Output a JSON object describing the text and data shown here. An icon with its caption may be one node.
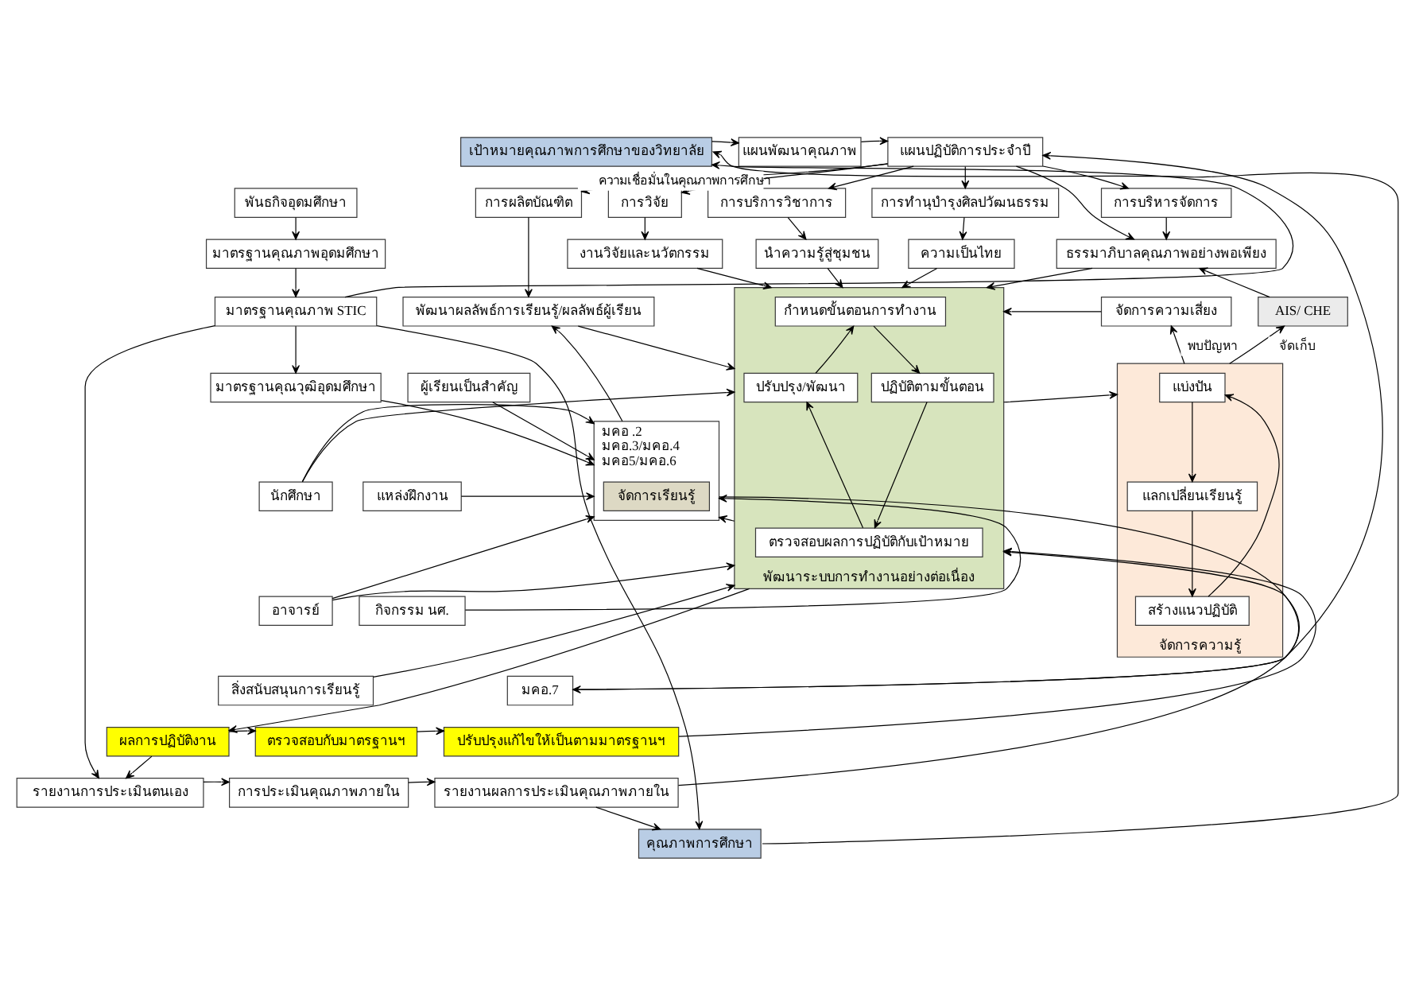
{
  "diagram": {
    "nodes": [
      {
        "text": [
          "เป้าหมายคุณภาพการศึกษาของวิทยาลัย"
        ]
      },
      {
        "text": [
          "แผนพัฒนาคุณภาพ"
        ]
      },
      {
        "text": [
          "แผนปฏิบัติการประจำปี"
        ]
      },
      {
        "text": [
          "พันธกิจอุดมศึกษา"
        ]
      },
      {
        "text": [
          "การผลิตบัณฑิต"
        ]
      },
      {
        "text": [
          "การวิจัย"
        ]
      },
      {
        "text": [
          "การบริการวิชาการ"
        ]
      },
      {
        "text": [
          "การทำนุบำรุงศิลปวัฒนธรรม"
        ]
      },
      {
        "text": [
          "การบริหารจัดการ"
        ]
      },
      {
        "text": [
          "มาตรฐานคุณภาพอุดมศึกษา"
        ]
      },
      {
        "text": [
          "งานวิจัยและนวัตกรรม"
        ]
      },
      {
        "text": [
          "นำความรู้สู่ชุมชน"
        ]
      },
      {
        "text": [
          "ความเป็นไทย"
        ]
      },
      {
        "text": [
          "ธรรมาภิบาลคุณภาพอย่างพอเพียง"
        ]
      },
      {
        "text": [
          "มาตรฐานคุณภาพ STIC"
        ]
      },
      {
        "text": [
          "พัฒนาผลลัพธ์การเรียนรู้/ผลลัพธ์ผู้เรียน"
        ]
      },
      {
        "text": [
          "AIS/ CHE"
        ]
      },
      {
        "text": [
          "พัฒนาระบบการทำงานอย่างต่อเนื่อง"
        ]
      },
      {
        "text": [
          "กำหนดขั้นตอนการทำงาน"
        ],
        "in": 17
      },
      {
        "text": [
          "ปรับปรุง/พัฒนา"
        ],
        "in": 17
      },
      {
        "text": [
          "ปฏิบัติตามขั้นตอน"
        ],
        "in": 17
      },
      {
        "text": [
          "ตรวจสอบผลการปฏิบัติกับเป้าหมาย"
        ],
        "in": 17
      },
      {
        "text": [
          "จัดการความเสี่ยง"
        ]
      },
      {
        "text": [
          "มาตรฐานคุณวุฒิอุดมศึกษา"
        ]
      },
      {
        "text": [
          "มคอ .2",
          "มคอ.3/มคอ.4",
          "มคอ5/มคอ.6"
        ]
      },
      {
        "text": [
          "จัดการเรียนรู้"
        ],
        "in": 24
      },
      {
        "text": [
          "ผู้เรียนเป็นสำคัญ"
        ]
      },
      {
        "text": [
          "แหล่งฝึกงาน"
        ]
      },
      {
        "text": [
          "กิจกรรม นศ."
        ]
      },
      {
        "text": [
          "จัดการความรู้"
        ]
      },
      {
        "text": [
          "แบ่งปัน"
        ],
        "in": 29
      },
      {
        "text": [
          "แลกเปลี่ยนเรียนรู้"
        ],
        "in": 29
      },
      {
        "text": [
          "สร้างแนวปฏิบัติ"
        ],
        "in": 29
      },
      {
        "text": [
          "นักศึกษา"
        ]
      },
      {
        "text": [
          "อาจารย์"
        ]
      },
      {
        "text": [
          "มคอ.7"
        ]
      },
      {
        "text": [
          "สิ่งสนับสนุนการเรียนรู้"
        ]
      },
      {
        "text": [
          "ผลการปฏิบัติงาน"
        ]
      },
      {
        "text": [
          "ตรวจสอบกับมาตรฐานฯ"
        ]
      },
      {
        "text": [
          "ปรับปรุงแก้ไขให้เป็นตามมาตรฐานฯ"
        ]
      },
      {
        "text": [
          "รายงานการประเมินตนเอง"
        ]
      },
      {
        "text": [
          "การประเมินคุณภาพภายใน"
        ]
      },
      {
        "text": [
          "รายงานผลการประเมินคุณภาพภายใน"
        ]
      },
      {
        "text": [
          "คุณภาพการศึกษา"
        ]
      }
    ],
    "edges": [
      {
        "from": 0,
        "to": 1,
        "arrow": "to"
      },
      {
        "from": 1,
        "to": 2,
        "arrow": "to"
      },
      {
        "from": 2,
        "to": 4,
        "arrow": "to"
      },
      {
        "from": 2,
        "to": 5,
        "arrow": "to"
      },
      {
        "from": 2,
        "to": 6,
        "arrow": "to"
      },
      {
        "from": 2,
        "to": 7,
        "arrow": "to"
      },
      {
        "from": 2,
        "to": 8,
        "arrow": "to"
      },
      {
        "from": 2,
        "to": 13,
        "arrow": "to"
      },
      {
        "from": 42,
        "to": 2,
        "arrow": "to"
      },
      {
        "from": 43,
        "to": 0,
        "arrow": "to",
        "label": "ความเชื่อมั่นในคุณภาพการศึกษา"
      },
      {
        "from": 3,
        "to": 9,
        "arrow": "to"
      },
      {
        "from": 9,
        "to": 14,
        "arrow": "to"
      },
      {
        "from": 14,
        "to": 0,
        "arrow": "to"
      },
      {
        "from": 14,
        "to": 23,
        "arrow": "to"
      },
      {
        "from": 14,
        "to": 40,
        "arrow": "to"
      },
      {
        "from": 14,
        "to": 43,
        "arrow": "to"
      },
      {
        "from": 4,
        "to": 15,
        "arrow": "to"
      },
      {
        "from": 5,
        "to": 10,
        "arrow": "to"
      },
      {
        "from": 6,
        "to": 11,
        "arrow": "to"
      },
      {
        "from": 7,
        "to": 12,
        "arrow": "to"
      },
      {
        "from": 8,
        "to": 13,
        "arrow": "to"
      },
      {
        "from": 10,
        "to": 17,
        "arrow": "to"
      },
      {
        "from": 11,
        "to": 17,
        "arrow": "to"
      },
      {
        "from": 12,
        "to": 17,
        "arrow": "to"
      },
      {
        "from": 13,
        "to": 17,
        "arrow": "to"
      },
      {
        "from": 16,
        "to": 13,
        "arrow": "to"
      },
      {
        "from": 15,
        "to": 17,
        "arrow": "to"
      },
      {
        "from": 24,
        "to": 15,
        "arrow": "to"
      },
      {
        "from": 23,
        "to": 24,
        "arrow": "to"
      },
      {
        "from": 26,
        "to": 24,
        "arrow": "to"
      },
      {
        "from": 27,
        "to": 24,
        "arrow": "to"
      },
      {
        "from": 28,
        "to": 24,
        "arrow": "to"
      },
      {
        "from": 33,
        "to": 24,
        "arrow": "to"
      },
      {
        "from": 34,
        "to": 24,
        "arrow": "to"
      },
      {
        "from": 24,
        "to": 35,
        "arrow": "to"
      },
      {
        "from": 35,
        "to": 17,
        "arrow": "to"
      },
      {
        "from": 17,
        "to": 24,
        "arrow": "to"
      },
      {
        "from": 33,
        "to": 17,
        "arrow": "to"
      },
      {
        "from": 34,
        "to": 17,
        "arrow": "to"
      },
      {
        "from": 36,
        "to": 17,
        "arrow": "to"
      },
      {
        "from": 18,
        "to": 20,
        "arrow": "to"
      },
      {
        "from": 20,
        "to": 21,
        "arrow": "to"
      },
      {
        "from": 21,
        "to": 19,
        "arrow": "to"
      },
      {
        "from": 19,
        "to": 18,
        "arrow": "to"
      },
      {
        "from": 22,
        "to": 17,
        "arrow": "to"
      },
      {
        "from": 29,
        "to": 22,
        "arrow": "to",
        "label": "พบปัญหา"
      },
      {
        "from": 29,
        "to": 16,
        "arrow": "to",
        "label": "จัดเก็บ"
      },
      {
        "from": 17,
        "to": 29,
        "arrow": "to"
      },
      {
        "from": 30,
        "to": 31,
        "arrow": "to"
      },
      {
        "from": 31,
        "to": 32,
        "arrow": "to"
      },
      {
        "from": 32,
        "to": 30,
        "arrow": "to"
      },
      {
        "from": 17,
        "to": 37,
        "arrow": "to"
      },
      {
        "from": 37,
        "to": 38,
        "arrow": "to"
      },
      {
        "from": 38,
        "to": 39,
        "arrow": "to"
      },
      {
        "from": 39,
        "to": 17,
        "arrow": "to"
      },
      {
        "from": 37,
        "to": 40,
        "arrow": "to"
      },
      {
        "from": 40,
        "to": 41,
        "arrow": "to"
      },
      {
        "from": 41,
        "to": 42,
        "arrow": "to"
      },
      {
        "from": 42,
        "to": 43,
        "arrow": "to"
      }
    ]
  }
}
